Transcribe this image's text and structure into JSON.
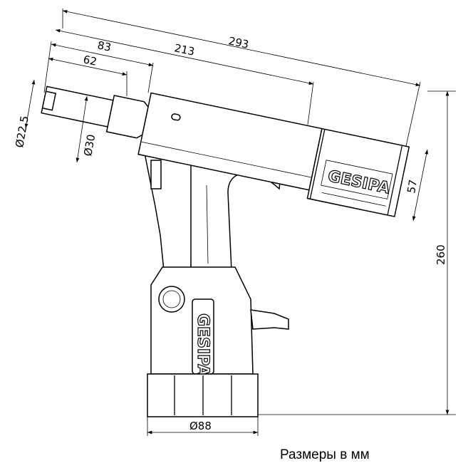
{
  "drawing": {
    "brand_logo": "GESIPA",
    "dimensions": {
      "overall_length": "293",
      "body_length": "213",
      "nose_to_body": "83",
      "nose_length": "62",
      "nose_diameter": "Ø22.5",
      "collar_diameter": "Ø30",
      "rear_diameter": "57",
      "height": "260",
      "base_diameter": "Ø88"
    },
    "caption": "Размеры в мм"
  }
}
